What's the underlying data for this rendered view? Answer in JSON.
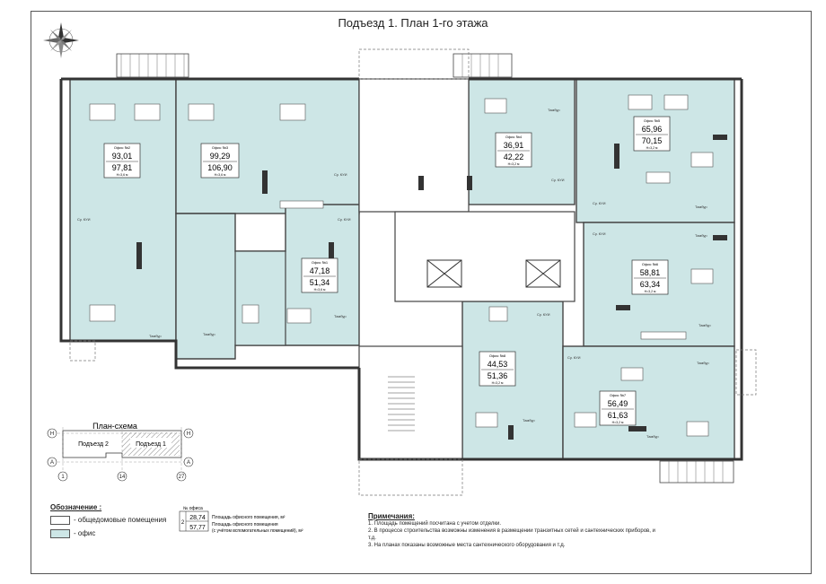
{
  "title": "Подъезд 1. План 1-го этажа",
  "colors": {
    "office": "#cde6e6",
    "common": "#ffffff",
    "line": "#444444"
  },
  "offices": [
    {
      "label": "Офис №2",
      "area": "93,01",
      "total": "97,81",
      "h": "H=3,6 м"
    },
    {
      "label": "Офис №3",
      "area": "99,29",
      "total": "106,90",
      "h": "H=3,6 м"
    },
    {
      "label": "Офис №1",
      "area": "47,18",
      "total": "51,34",
      "h": "H=3,6 м"
    },
    {
      "label": "Офис №4",
      "area": "36,91",
      "total": "42,22",
      "h": "H=3,2 м"
    },
    {
      "label": "Офис №5",
      "area": "65,96",
      "total": "70,15",
      "h": "H=3,2 м"
    },
    {
      "label": "Офис №6",
      "area": "58,81",
      "total": "63,34",
      "h": "H=3,2 м"
    },
    {
      "label": "Офис №8",
      "area": "44,53",
      "total": "51,36",
      "h": "H=3,2 м"
    },
    {
      "label": "Офис №7",
      "area": "56,49",
      "total": "61,63",
      "h": "H=3,2 м"
    }
  ],
  "small_labels": [
    "Тамбур",
    "Тамбур",
    "Тамбур",
    "Тамбур",
    "Тамбур",
    "Тамбур",
    "Тамбур",
    "Тамбур",
    "Тамбур",
    "Тамбур",
    "Су. КУИ",
    "Су. КУИ",
    "Су. КУИ",
    "Су. КУИ",
    "Су. КУИ",
    "Су. КУИ",
    "Су. КУИ",
    "Су. КУИ"
  ],
  "scheme": {
    "title": "План-схема",
    "left": "Подъезд 2",
    "right": "Подъезд 1",
    "axes_row": [
      "H",
      "H",
      "A",
      "A"
    ],
    "axes_col": [
      "1",
      "14",
      "27"
    ]
  },
  "legend": {
    "title": "Обозначение :",
    "common": "- общедомовые помещения",
    "office": "- офис",
    "key_title": "№ офиса",
    "key_num": "2",
    "key_area": "28,74",
    "key_total": "57,77",
    "key_area_text": "Площадь офисного помещения, м²",
    "key_total_text": "Площадь офисного помещения",
    "key_total_text2": "(с учётом вспомогательных помещений), м²"
  },
  "notes": {
    "title": "Примечания:",
    "items": [
      "1. Площадь помещений посчитана с учетом отделки.",
      "2. В процессе строительства возможны изменения в размещении транзитных сетей и сантехнических приборов, и т.д.",
      "3. На планах показаны возможные места сантехнического оборудования и т.д."
    ]
  }
}
